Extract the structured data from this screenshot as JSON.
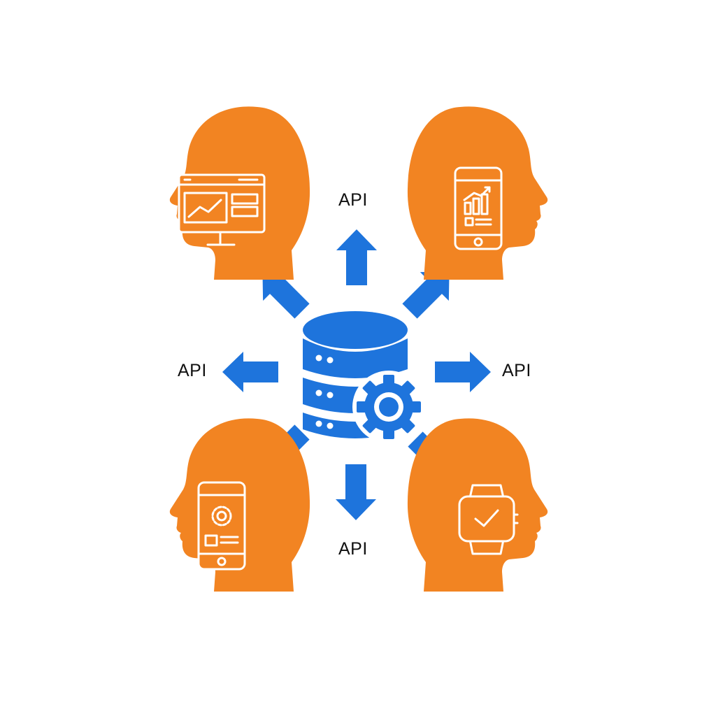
{
  "colors": {
    "accent_blue": "#1e74dc",
    "head_orange": "#f28422",
    "background": "#ffffff",
    "label_text": "#111111"
  },
  "center": {
    "icon": "database-gear-icon"
  },
  "labels": {
    "top": "API",
    "left": "API",
    "right": "API",
    "bottom": "API"
  },
  "heads": [
    {
      "position": "top-left",
      "facing": "left",
      "device_icon": "desktop-monitor-chart-icon"
    },
    {
      "position": "top-right",
      "facing": "right",
      "device_icon": "smartphone-bar-chart-icon"
    },
    {
      "position": "bottom-left",
      "facing": "left",
      "device_icon": "smartphone-gear-icon"
    },
    {
      "position": "bottom-right",
      "facing": "right",
      "device_icon": "smartwatch-check-icon"
    }
  ]
}
